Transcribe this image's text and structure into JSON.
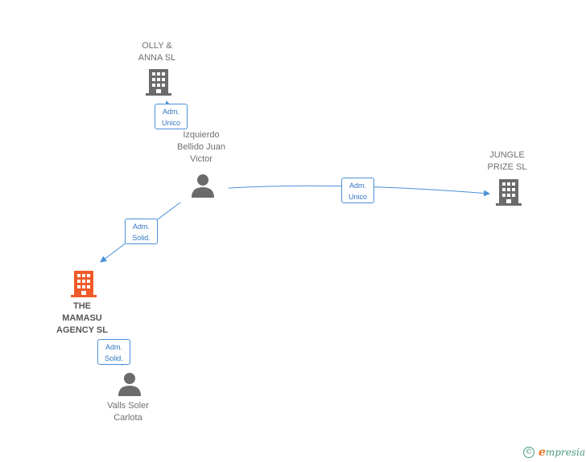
{
  "nodes": {
    "olly": {
      "label": "OLLY &\nANNA  SL"
    },
    "izquierdo": {
      "label": "Izquierdo\nBellido Juan\nVictor"
    },
    "jungle": {
      "label": "JUNGLE\nPRIZE  SL"
    },
    "mamasu": {
      "label": "THE\nMAMASU\nAGENCY SL"
    },
    "valls": {
      "label": "Valls Soler\nCarlota"
    }
  },
  "relations": {
    "olly_izquierdo": "Adm.\nUnico",
    "izquierdo_jungle": "Adm.\nUnico",
    "izquierdo_mamasu": "Adm.\nSolid.",
    "valls_mamasu": "Adm.\nSolid."
  },
  "colors": {
    "edge": "#4a90d9",
    "company": "#6b6b6b",
    "main_company": "#f05a28",
    "person": "#6b6b6b"
  },
  "brand": {
    "copyright_symbol": "©",
    "initial": "e",
    "name": "mpresia"
  }
}
